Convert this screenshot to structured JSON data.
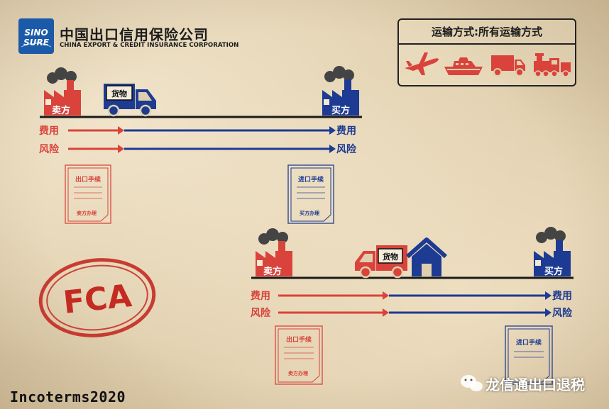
{
  "logo": {
    "badge_line1": "SINO",
    "badge_line2": "SURE",
    "name_cn": "中国出口信用保险公司",
    "name_en": "CHINA EXPORT & CREDIT INSURANCE CORPORATION"
  },
  "transport_box": {
    "title": "运输方式:所有运输方式",
    "icons": [
      "airplane-icon",
      "ship-icon",
      "truck-icon",
      "train-icon"
    ]
  },
  "scenario_1": {
    "seller_label": "卖方",
    "buyer_label": "买方",
    "goods_label": "货物",
    "cost_left": "费用",
    "risk_left": "风险",
    "cost_right": "费用",
    "risk_right": "风险",
    "export_doc_title": "出口手续",
    "export_doc_footer": "卖方办理",
    "import_doc_title": "进口手续",
    "import_doc_footer": "买方办理"
  },
  "scenario_2": {
    "seller_label": "卖方",
    "buyer_label": "买方",
    "goods_label": "货物",
    "cost_left": "费用",
    "risk_left": "风险",
    "cost_right": "费用",
    "risk_right": "风险",
    "export_doc_title": "出口手续",
    "export_doc_footer": "卖方办理",
    "import_doc_title": "进口手续"
  },
  "stamp_text": "FCA",
  "footer": {
    "incoterms": "Incoterms2020",
    "wechat_account": "龙信通出口退税"
  },
  "colors": {
    "seller_red": "#d9433b",
    "buyer_blue": "#1d3b92",
    "stamp_red": "#c42a22",
    "logo_blue": "#1b5aa8"
  }
}
